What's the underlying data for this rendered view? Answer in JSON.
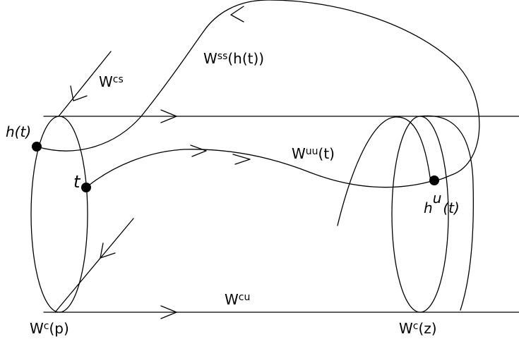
{
  "labels": {
    "w_cs": {
      "base": "W",
      "sup": "cs"
    },
    "w_ss": {
      "base": "W",
      "sup": "ss",
      "arg": "(h(t))"
    },
    "h_t": "h(t)",
    "t": "t",
    "w_uu": {
      "base": "W",
      "sup": "uu",
      "arg": "(t)"
    },
    "h_u_t": {
      "base": "h",
      "sup": "u",
      "arg": "(t)"
    },
    "w_cu": {
      "base": "W",
      "sup": "cu"
    },
    "w_c_p": {
      "base": "W",
      "sup": "c",
      "arg": "(p)"
    },
    "w_c_z": {
      "base": "W",
      "sup": "c",
      "arg": "(z)"
    }
  }
}
